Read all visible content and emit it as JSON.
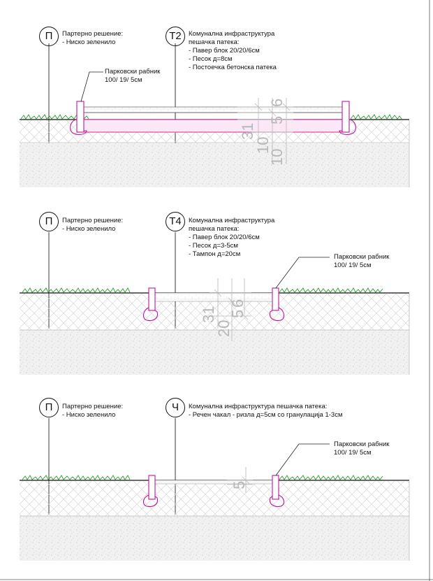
{
  "sections": [
    {
      "left_marker": "П",
      "left_title": "Партерно решение:",
      "left_items": [
        "- Ниско зеленило"
      ],
      "right_marker": "Т2",
      "right_title_lines": [
        "Комунална инфраструктура",
        "пешачка патека:"
      ],
      "right_items": [
        "- Павер блок 20/20/6см",
        "- Песок д=8см",
        "- Постоечка бетонска патека"
      ],
      "curb_label_lines": [
        "Парковски рабник",
        "100/ 19/ 5см"
      ],
      "dimensions": [
        "31",
        "10",
        "10",
        "5",
        "6"
      ]
    },
    {
      "left_marker": "П",
      "left_title": "Партерно решение:",
      "left_items": [
        "- Ниско зеленило"
      ],
      "right_marker": "Т4",
      "right_title_lines": [
        "Комунална инфраструктура",
        "пешачка патека:"
      ],
      "right_items": [
        "- Павер блок 20/20/6см",
        "- Песок д=3-5см",
        "- Тампон д=20см"
      ],
      "curb_label_lines": [
        "Парковски рабник",
        "100/ 19/ 5см"
      ],
      "dimensions": [
        "31",
        "20",
        "5",
        "6"
      ]
    },
    {
      "left_marker": "П",
      "left_title": "Партерно решение:",
      "left_items": [
        "- Ниско зеленило"
      ],
      "right_marker": "Ч",
      "right_title_lines": [
        "Комунална инфраструктура пешачка патека:"
      ],
      "right_items": [
        "- Речен чакал - ризла д=5см со гранулација 1-3см"
      ],
      "curb_label_lines": [
        "Парковски рабник",
        "100/ 19/ 5см"
      ],
      "dimensions": [
        "5"
      ]
    }
  ],
  "colors": {
    "curb": "#c0149a",
    "grass": "#2a9b2a",
    "dimension": "#b8b8b8",
    "line": "#111111"
  }
}
